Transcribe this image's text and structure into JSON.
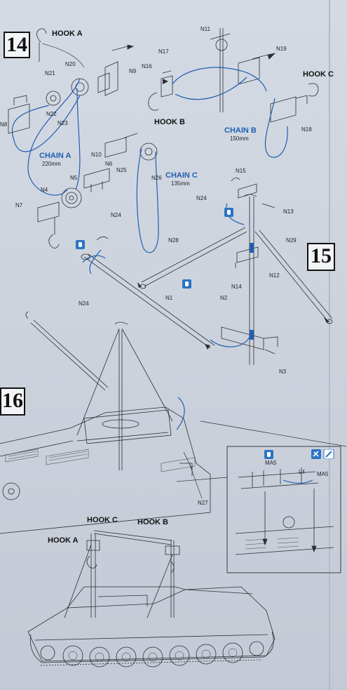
{
  "steps": [
    {
      "number": "14"
    },
    {
      "number": "15"
    },
    {
      "number": "16"
    }
  ],
  "hooks": {
    "hook_a_top": "HOOK A",
    "hook_b_top": "HOOK B",
    "hook_c_top": "HOOK C",
    "hook_a_bottom": "HOOK A",
    "hook_b_bottom": "HOOK B",
    "hook_c_bottom": "HOOK C"
  },
  "chains": {
    "a": {
      "title": "CHAIN A",
      "length": "220mm"
    },
    "b": {
      "title": "CHAIN B",
      "length": "150mm"
    },
    "c": {
      "title": "CHAIN C",
      "length": "135mm"
    }
  },
  "part_labels": {
    "n11": "N11",
    "n19": "N19",
    "n17": "N17",
    "n16": "N16",
    "n18": "N18",
    "n21": "N21",
    "n20": "N20",
    "n9": "N9",
    "n22": "N22",
    "n23": "N23",
    "n8": "N8",
    "n10": "N10",
    "n6": "N6",
    "n25": "N25",
    "n26": "N26",
    "n5": "N5",
    "n4": "N4",
    "n7": "N7",
    "n15": "N15",
    "n24a": "N24",
    "n13": "N13",
    "n24b": "N24",
    "n28": "N28",
    "n29": "N29",
    "n12": "N12",
    "n14": "N14",
    "n24c": "N24",
    "n1": "N1",
    "n2": "N2",
    "n3": "N3",
    "n27": "N27",
    "ma5a": "MA5",
    "l4": "L4",
    "ma5b": "MA5"
  },
  "icons": [
    "glue-icon",
    "glue-icon",
    "glue-icon",
    "glue-icon",
    "paint-icon"
  ],
  "colors": {
    "chain_blue": "#1f5fb0",
    "glue_icon_blue": "#2a74c4"
  }
}
